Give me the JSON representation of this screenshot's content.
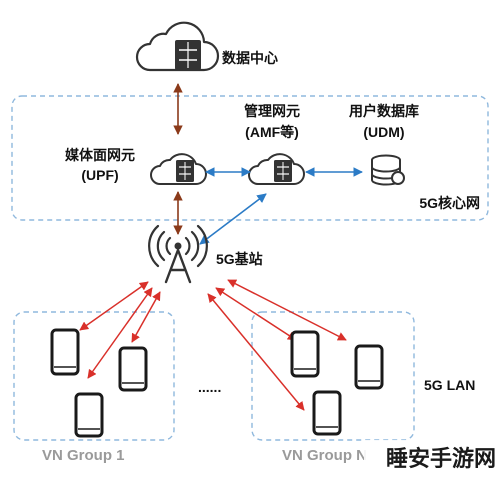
{
  "datacenter": {
    "label": "数据中心"
  },
  "core": {
    "label": "5G核心网",
    "upf": {
      "line1": "媒体面网元",
      "line2": "(UPF)"
    },
    "amf": {
      "line1": "管理网元",
      "line2": "(AMF等)"
    },
    "udm": {
      "line1": "用户数据库",
      "line2": "(UDM)"
    }
  },
  "base_station": {
    "label": "5G基站"
  },
  "lan": {
    "label": "5G LAN",
    "ellipsis": "......",
    "groups": [
      {
        "label": "VN Group 1"
      },
      {
        "label": "VN Group N"
      }
    ]
  },
  "watermark": {
    "text": "睡安手游网"
  },
  "colors": {
    "dashed_border": "#8fb8dd",
    "icon": "#333333",
    "brown_arrow": "#8b3a1a",
    "blue_arrow": "#2b7bc6",
    "red_arrow": "#d9302a"
  },
  "icons": [
    "cloud-server-icon",
    "database-icon",
    "antenna-tower-icon",
    "smartphone-icon"
  ]
}
